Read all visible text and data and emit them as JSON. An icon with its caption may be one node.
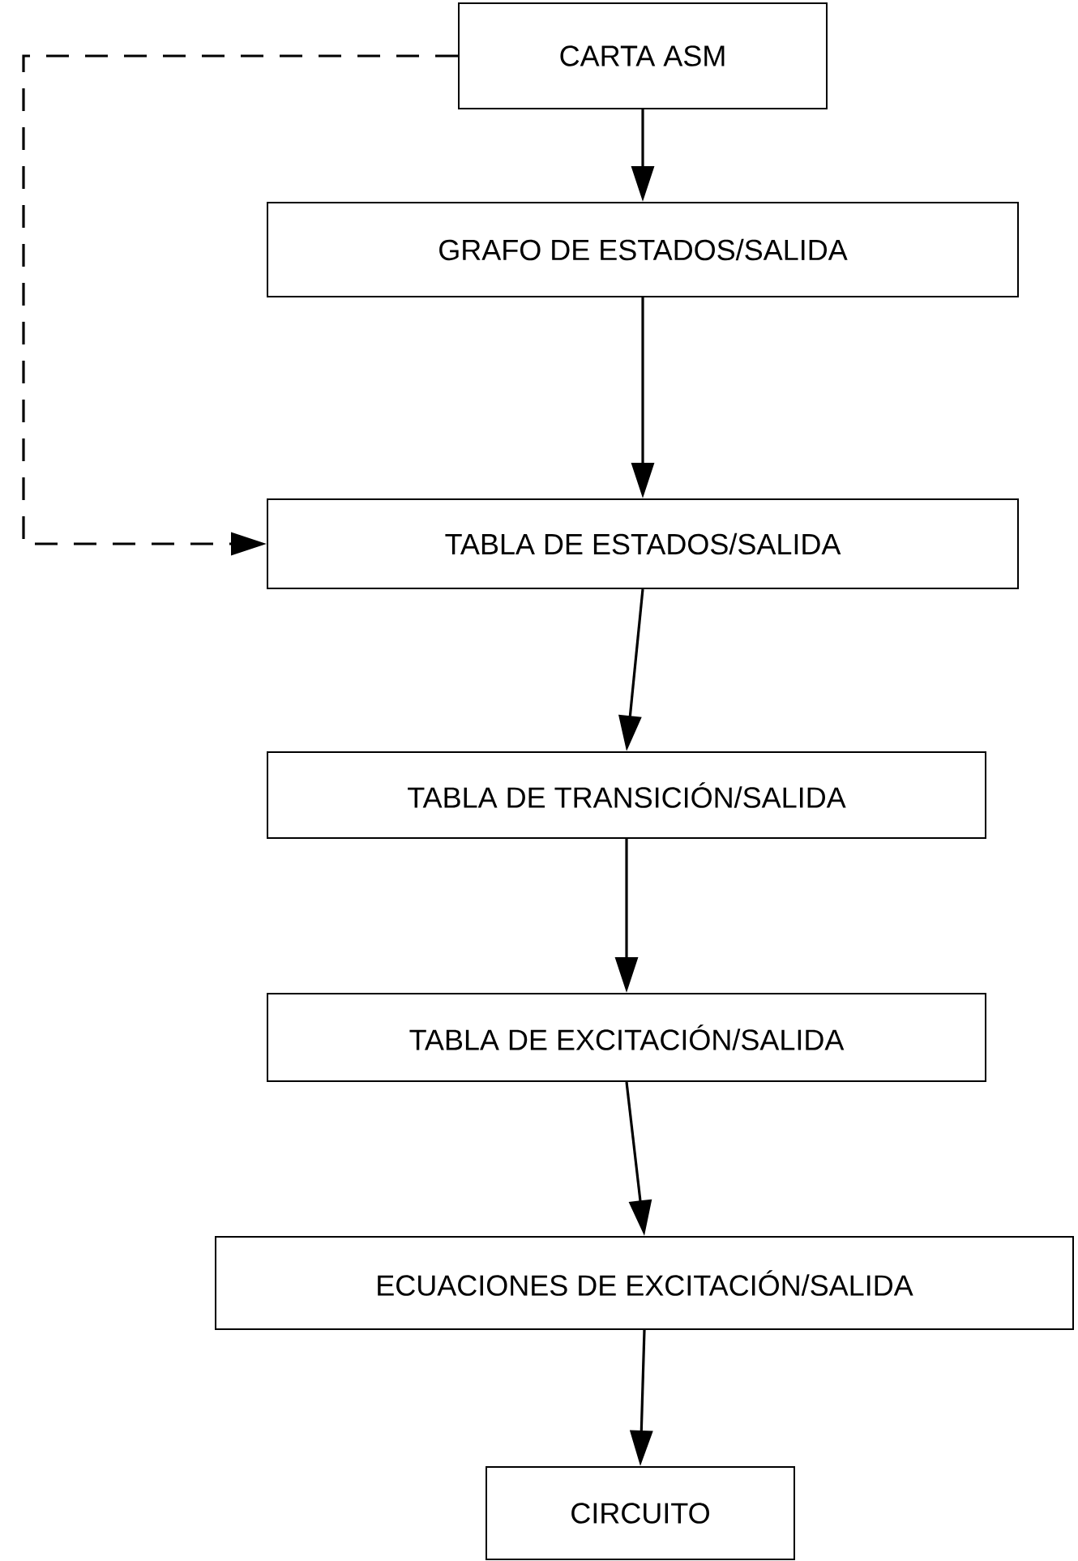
{
  "diagram": {
    "nodes": [
      {
        "text": [
          "CARTA ASM"
        ]
      },
      {
        "text": [
          "GRAFO DE ESTADOS/SALIDA"
        ]
      },
      {
        "text": [
          "TABLA DE ESTADOS/SALIDA"
        ]
      },
      {
        "text": [
          "TABLA DE TRANSICIÓN/SALIDA"
        ]
      },
      {
        "text": [
          "TABLA DE EXCITACIÓN/SALIDA"
        ]
      },
      {
        "text": [
          "ECUACIONES DE EXCITACIÓN/SALIDA"
        ]
      },
      {
        "text": [
          "CIRCUITO"
        ]
      }
    ],
    "edges": [
      {
        "from": 0,
        "to": 1,
        "arrow": "to"
      },
      {
        "from": 1,
        "to": 2,
        "arrow": "to"
      },
      {
        "from": 0,
        "to": 2,
        "arrow": "to",
        "style": "dashed"
      },
      {
        "from": 2,
        "to": 3,
        "arrow": "to"
      },
      {
        "from": 3,
        "to": 4,
        "arrow": "to"
      },
      {
        "from": 4,
        "to": 5,
        "arrow": "to"
      },
      {
        "from": 5,
        "to": 6,
        "arrow": "to"
      }
    ]
  }
}
